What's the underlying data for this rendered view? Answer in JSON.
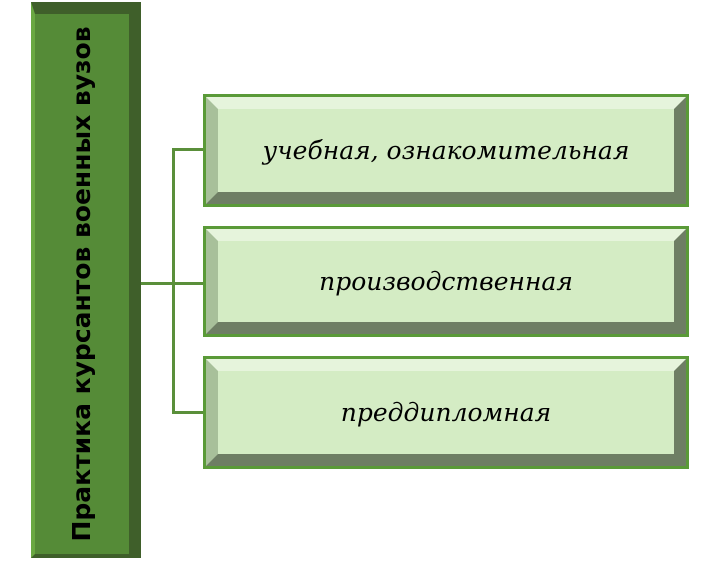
{
  "title": "Практика курсантов военных вузов",
  "items": [
    {
      "label": "учебная, ознакомительная"
    },
    {
      "label": "производственная"
    },
    {
      "label": "преддипломная"
    }
  ],
  "colors": {
    "main": "#558b37",
    "box": "#d4ecc4",
    "line": "#5a8f3a"
  }
}
